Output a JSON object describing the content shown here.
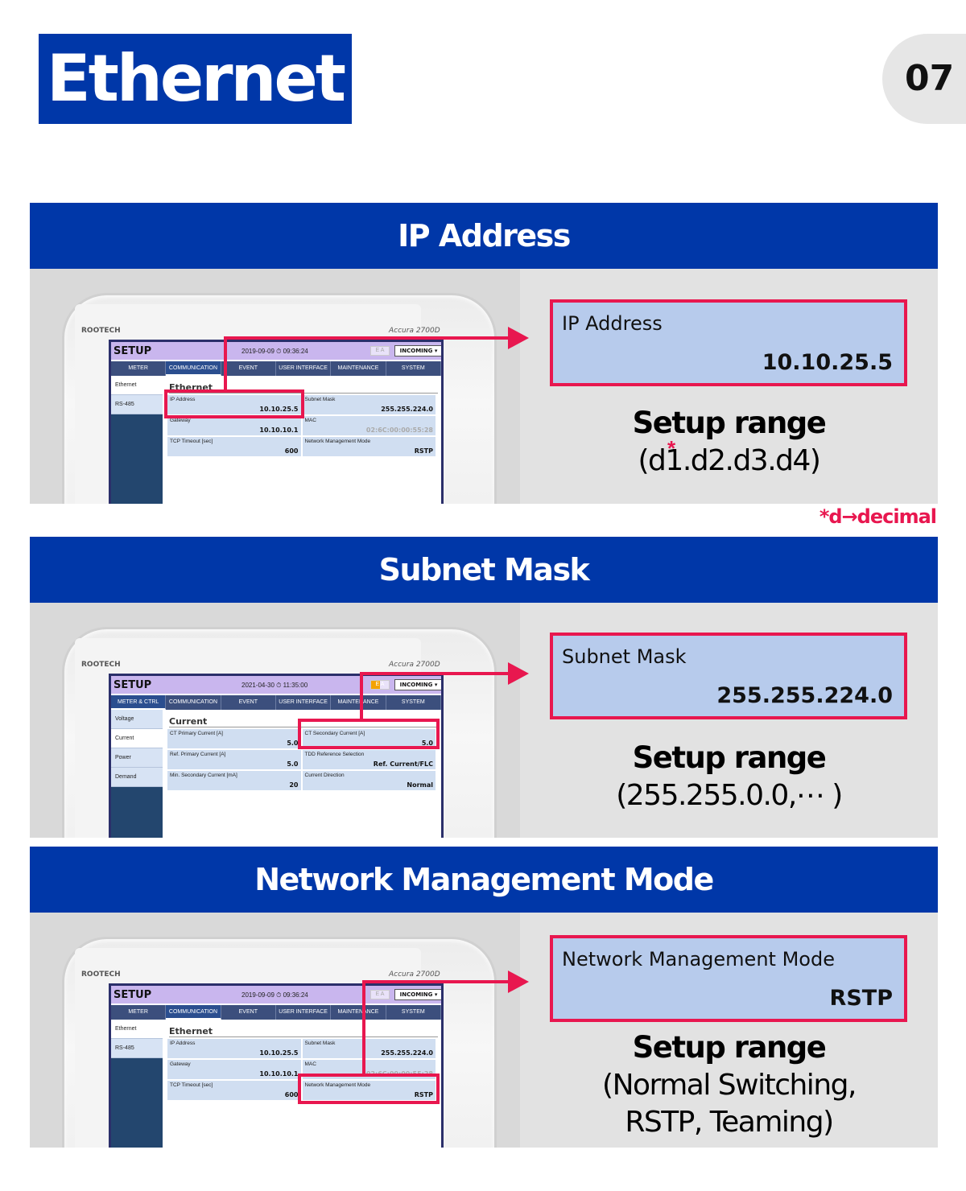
{
  "page": {
    "title": "Ethernet",
    "page_number": "07",
    "footnote": "*d→decimal"
  },
  "device": {
    "brand": "ROOTECH",
    "model": "Accura 2700D"
  },
  "sections": [
    {
      "header": "IP Address",
      "screen": {
        "title": "SETUP",
        "datetime": "2019-09-09 ⏱ 09:36:24",
        "ea": "E A",
        "incoming": "INCOMING ▾",
        "tabs": [
          "METER",
          "COMMUNICATION",
          "EVENT",
          "USER INTERFACE",
          "MAINTENANCE",
          "SYSTEM"
        ],
        "active_tab": 1,
        "side": [
          "Ethernet",
          "RS-485"
        ],
        "main_title": "Ethernet",
        "cells": [
          {
            "label": "IP Address",
            "value": "10.10.25.5"
          },
          {
            "label": "Subnet Mask",
            "value": "255.255.224.0"
          },
          {
            "label": "Gateway",
            "value": "10.10.10.1"
          },
          {
            "label": "MAC",
            "value": "02:6C:00:00:55:28"
          },
          {
            "label": "TCP Timeout [sec]",
            "value": "600"
          },
          {
            "label": "Network Management Mode",
            "value": "RSTP"
          }
        ]
      },
      "callout": {
        "label": "IP Address",
        "value": "10.10.25.5"
      },
      "range_title": "Setup range",
      "range_value": "(d1.d2.d3.d4)",
      "range_mark": "*"
    },
    {
      "header": "Subnet Mask",
      "screen": {
        "title": "SETUP",
        "datetime": "2021-04-30 ⏱ 11:35:00",
        "ea": "E A",
        "incoming": "INCOMING ▾",
        "tabs": [
          "METER & CTRL",
          "COMMUNICATION",
          "EVENT",
          "USER INTERFACE",
          "MAINTENANCE",
          "SYSTEM"
        ],
        "active_tab": 0,
        "side": [
          "Voltage",
          "Current",
          "Power",
          "Demand"
        ],
        "main_title": "Current",
        "cells": [
          {
            "label": "CT Primary Current [A]",
            "value": "5.0"
          },
          {
            "label": "CT Secondary Current [A]",
            "value": "5.0"
          },
          {
            "label": "Ref. Primary Current [A]",
            "value": "5.0"
          },
          {
            "label": "TDD Reference Selection",
            "value": "Ref. Current/FLC"
          },
          {
            "label": "Min. Secondary Current [mA]",
            "value": "20"
          },
          {
            "label": "Current Direction",
            "value": "Normal"
          }
        ]
      },
      "callout": {
        "label": "Subnet Mask",
        "value": "255.255.224.0"
      },
      "range_title": "Setup range",
      "range_value": "(255.255.0.0,⋯ )"
    },
    {
      "header": "Network Management Mode",
      "screen": {
        "title": "SETUP",
        "datetime": "2019-09-09 ⏱ 09:36:24",
        "ea": "E A",
        "incoming": "INCOMING ▾",
        "tabs": [
          "METER",
          "COMMUNICATION",
          "EVENT",
          "USER INTERFACE",
          "MAINTENANCE",
          "SYSTEM"
        ],
        "active_tab": 1,
        "side": [
          "Ethernet",
          "RS-485"
        ],
        "main_title": "Ethernet",
        "cells": [
          {
            "label": "IP Address",
            "value": "10.10.25.5"
          },
          {
            "label": "Subnet Mask",
            "value": "255.255.224.0"
          },
          {
            "label": "Gateway",
            "value": "10.10.10.1"
          },
          {
            "label": "MAC",
            "value": "02:6C:00:00:55:28"
          },
          {
            "label": "TCP Timeout [sec]",
            "value": "600"
          },
          {
            "label": "Network Management Mode",
            "value": "RSTP"
          }
        ]
      },
      "callout": {
        "label": "Network Management Mode",
        "value": "RSTP"
      },
      "range_title": "Setup range",
      "range_value": "(Normal Switching,",
      "range_value_2": "RSTP, Teaming)"
    }
  ],
  "colors": {
    "brand_blue": "#0037a8",
    "highlight_red": "#e8174f",
    "callout_fill": "#b7cbec",
    "screen_header": "#c9b6ee"
  }
}
